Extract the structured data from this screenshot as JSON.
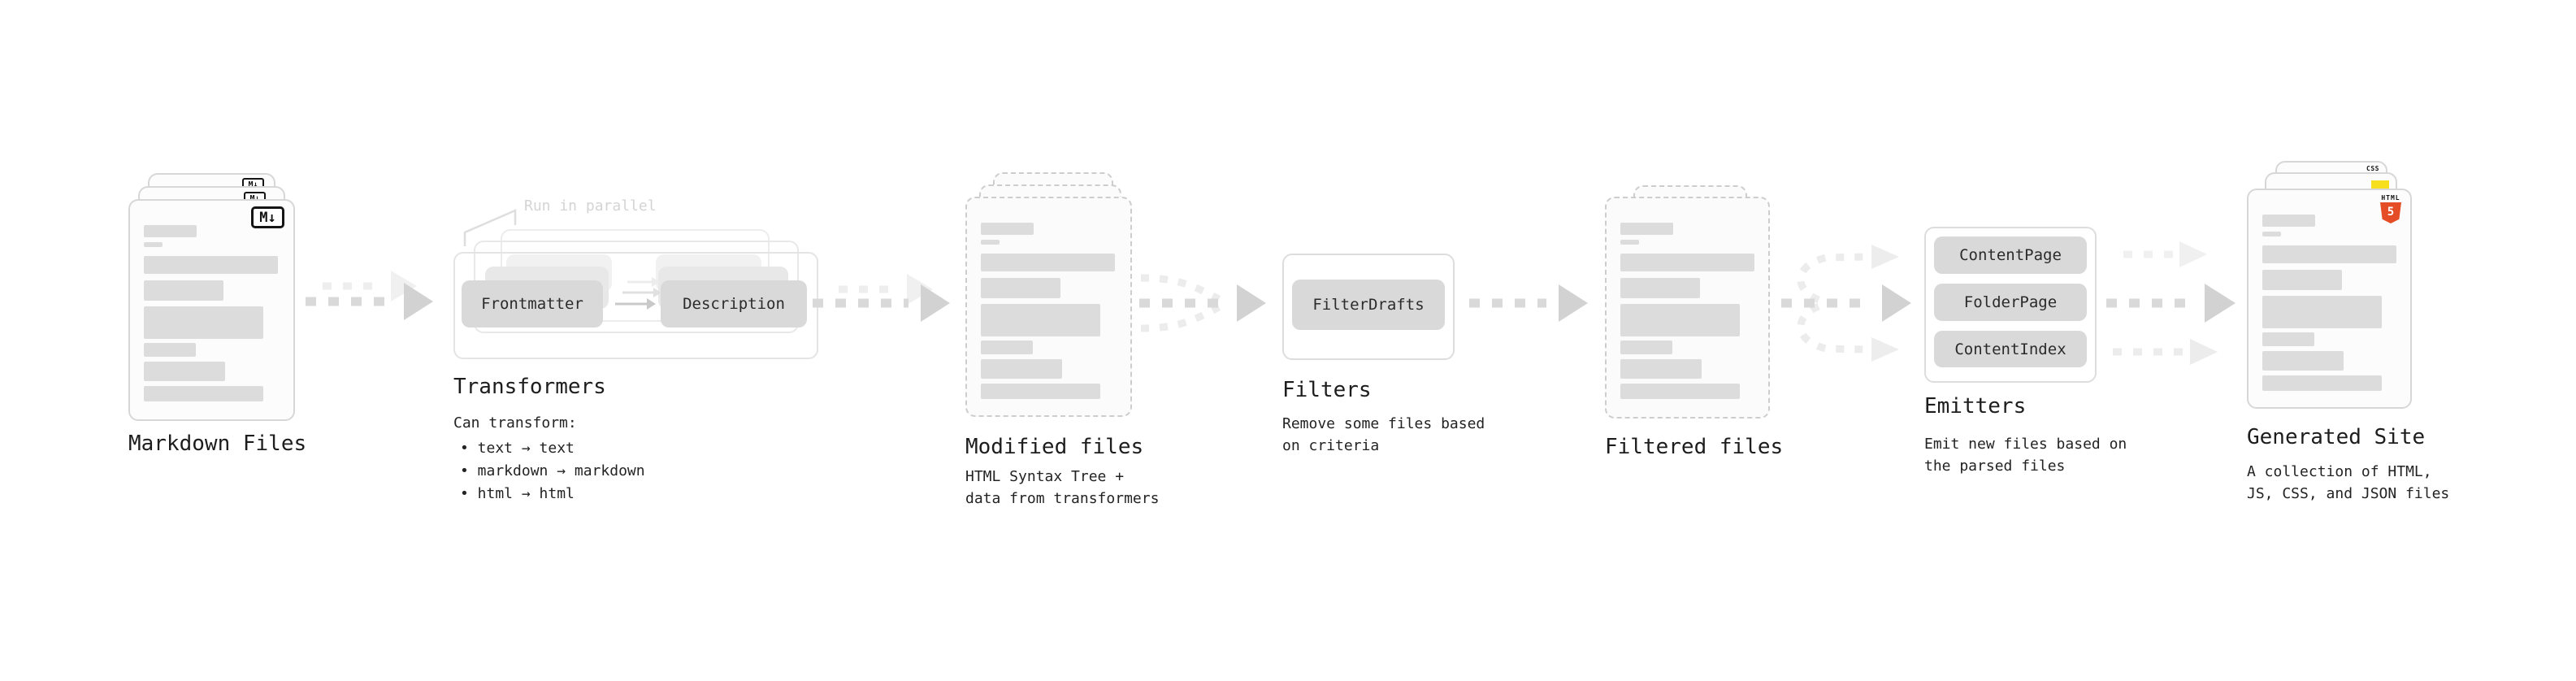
{
  "stages": {
    "markdown_files": {
      "title": "Markdown Files"
    },
    "transformers": {
      "title": "Transformers",
      "annotation": "Run in parallel",
      "pill_frontmatter": "Frontmatter",
      "pill_description": "Description",
      "desc_heading": "Can transform:",
      "bullet_1": "• text → text",
      "bullet_2": "• markdown → markdown",
      "bullet_3": "• html → html"
    },
    "modified_files": {
      "title": "Modified files",
      "desc_1": "HTML Syntax Tree +",
      "desc_2": "data from transformers"
    },
    "filters": {
      "title": "Filters",
      "pill_filterdrafts": "FilterDrafts",
      "desc_1": "Remove some files based",
      "desc_2": "on criteria"
    },
    "filtered_files": {
      "title": "Filtered files"
    },
    "emitters": {
      "title": "Emitters",
      "pill_contentpage": "ContentPage",
      "pill_folderpage": "FolderPage",
      "pill_contentindex": "ContentIndex",
      "desc_1": "Emit new files based on",
      "desc_2": "the parsed files"
    },
    "generated_site": {
      "title": "Generated Site",
      "desc_1": "A collection of HTML,",
      "desc_2": "JS, CSS, and JSON files"
    }
  },
  "icons": {
    "markdown_badge": "M↓",
    "css_badge_label": "CSS",
    "html5_badge_label": "HTML",
    "html5_badge_number": "5",
    "js_badge": "js-yellow-square"
  },
  "colors": {
    "html5_orange": "#e44d26",
    "js_yellow": "#f7df1e",
    "css_blue": "#2962ff",
    "skeleton_bar": "#dcdcdc",
    "pill_gray": "#d9d9d9",
    "arrow_gray": "#d2d2d2",
    "annotation_gray": "#d4d4d4"
  }
}
